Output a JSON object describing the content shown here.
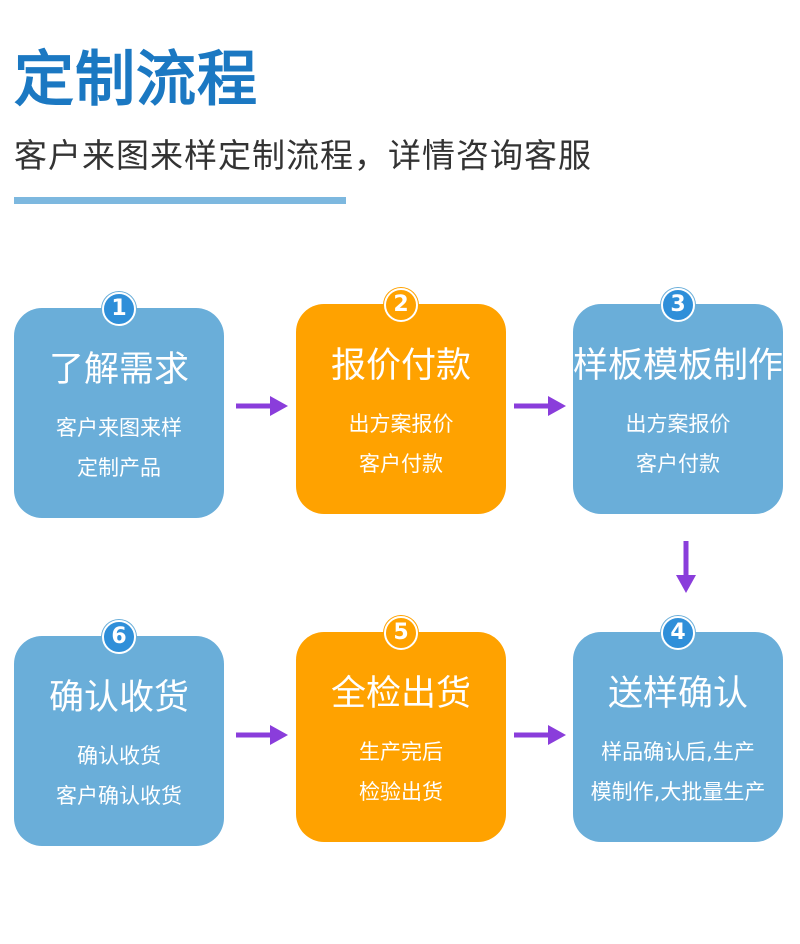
{
  "header": {
    "title": "定制流程",
    "subtitle": "客户来图来样定制流程，详情咨询客服"
  },
  "steps": [
    {
      "number": "1",
      "title": "了解需求",
      "line1": "客户来图来样",
      "line2": "定制产品",
      "color": "#6aaed9"
    },
    {
      "number": "2",
      "title": "报价付款",
      "line1": "出方案报价",
      "line2": "客户付款",
      "color": "#ffa200"
    },
    {
      "number": "3",
      "title": "样板模板制作",
      "line1": "出方案报价",
      "line2": "客户付款",
      "color": "#6aaed9"
    },
    {
      "number": "4",
      "title": "送样确认",
      "line1": "样品确认后,生产",
      "line2": "模制作,大批量生产",
      "color": "#6aaed9"
    },
    {
      "number": "5",
      "title": "全检出货",
      "line1": "生产完后",
      "line2": "检验出货",
      "color": "#ffa200"
    },
    {
      "number": "6",
      "title": "确认收货",
      "line1": "确认收货",
      "line2": "客户确认收货",
      "color": "#6aaed9"
    }
  ],
  "colors": {
    "title": "#1b78c2",
    "divider": "#7db8df",
    "arrow": "#8a3ddb",
    "blue_box": "#6aaed9",
    "orange_box": "#ffa200"
  }
}
